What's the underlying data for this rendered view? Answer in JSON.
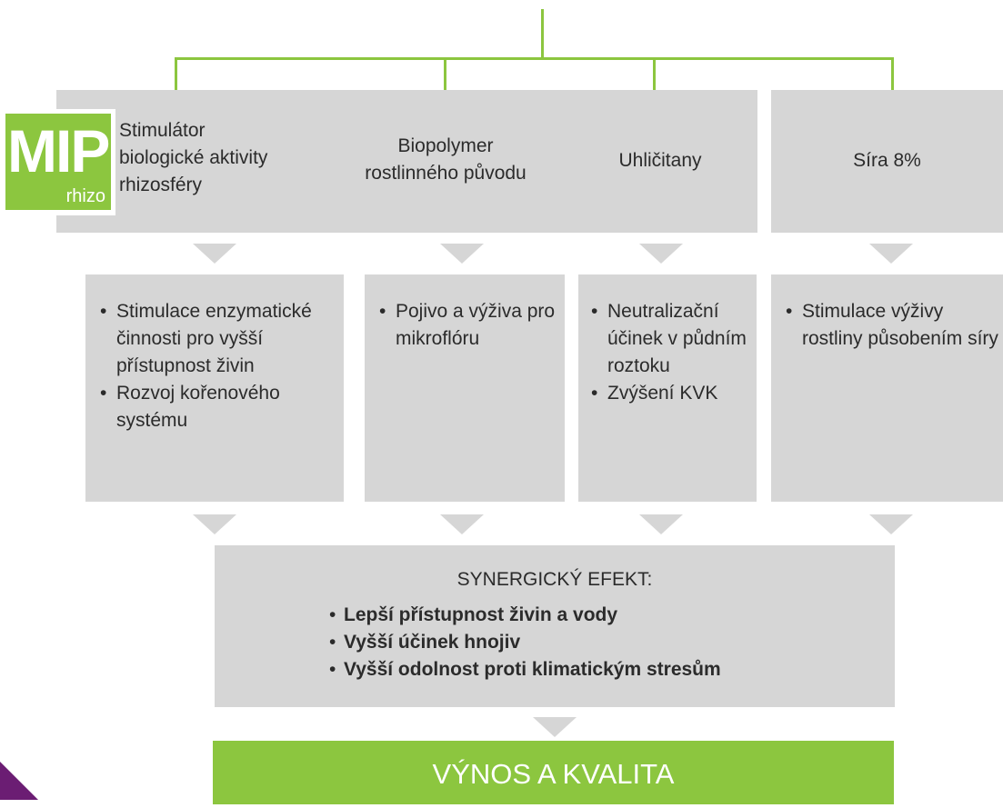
{
  "colors": {
    "green": "#8cc63f",
    "gray_box": "#d6d6d6",
    "text": "#2b2b2b",
    "purple_corner": "#6b1d73"
  },
  "logo": {
    "main": "MIP",
    "sub": "rhizo"
  },
  "components": [
    {
      "title": "Stimulátor\nbiologické aktivity\nrhizosféry",
      "effects": [
        "Stimulace enzymatické činnosti pro vyšší přístupnost živin",
        "Rozvoj kořenového systému"
      ]
    },
    {
      "title": "Biopolymer\nrostlinného původu",
      "effects": [
        "Pojivo a výživa pro mikroflóru"
      ]
    },
    {
      "title": "Uhličitany",
      "effects": [
        "Neutralizační účinek v půdním roztoku",
        "Zvýšení KVK"
      ]
    },
    {
      "title": "Síra 8%",
      "effects": [
        "Stimulace výživy rostliny působením síry"
      ]
    }
  ],
  "synergy": {
    "title": "SYNERGICKÝ EFEKT:",
    "items": [
      "Lepší přístupnost živin a vody",
      "Vyšší účinek hnojiv",
      "Vyšší odolnost proti klimatickým stresům"
    ]
  },
  "result": "VÝNOS A KVALITA"
}
